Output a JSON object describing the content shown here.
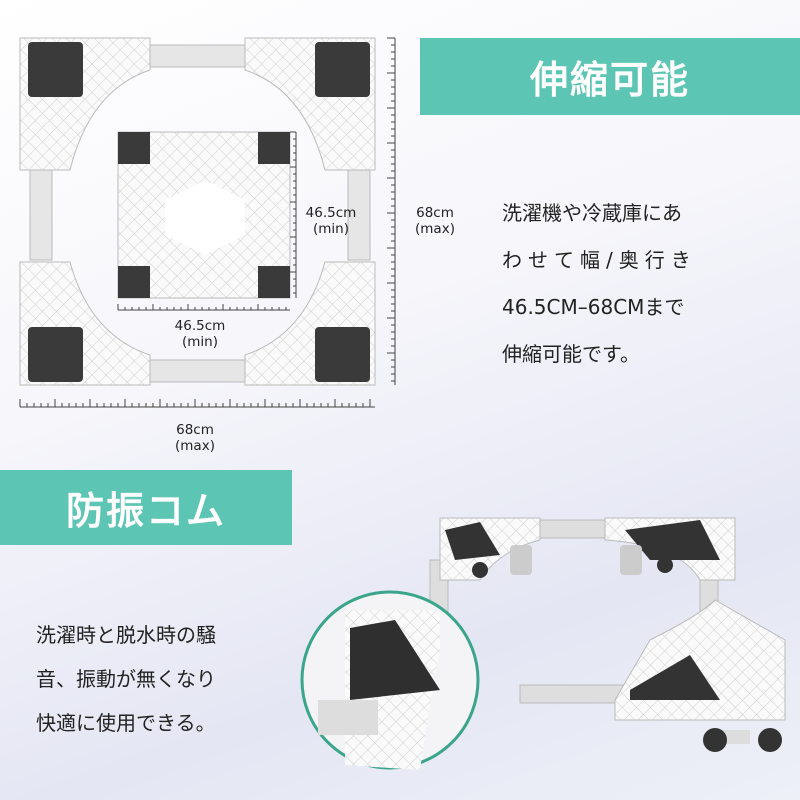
{
  "banners": {
    "adjustable": "伸縮可能",
    "anti_vibration": "防振コム"
  },
  "adjustable_text": [
    "洗濯機や冷蔵庫にあ",
    "わせて幅/奥行き",
    "46.5CM–68CMまで",
    "伸縮可能です。"
  ],
  "vibration_text": [
    "洗濯時と脱水時の騒",
    "音、振動が無くなり",
    "快適に使用できる。"
  ],
  "dimensions": {
    "inner_height": {
      "size": "46.5cm",
      "note": "(min)"
    },
    "outer_height": {
      "size": "68cm",
      "note": "(max)"
    },
    "inner_width": {
      "size": "46.5cm",
      "note": "(min)"
    },
    "outer_width": {
      "size": "68cm",
      "note": "(max)"
    }
  },
  "colors": {
    "accent": "#5cc5b3",
    "pad": "#3a3a3a"
  }
}
